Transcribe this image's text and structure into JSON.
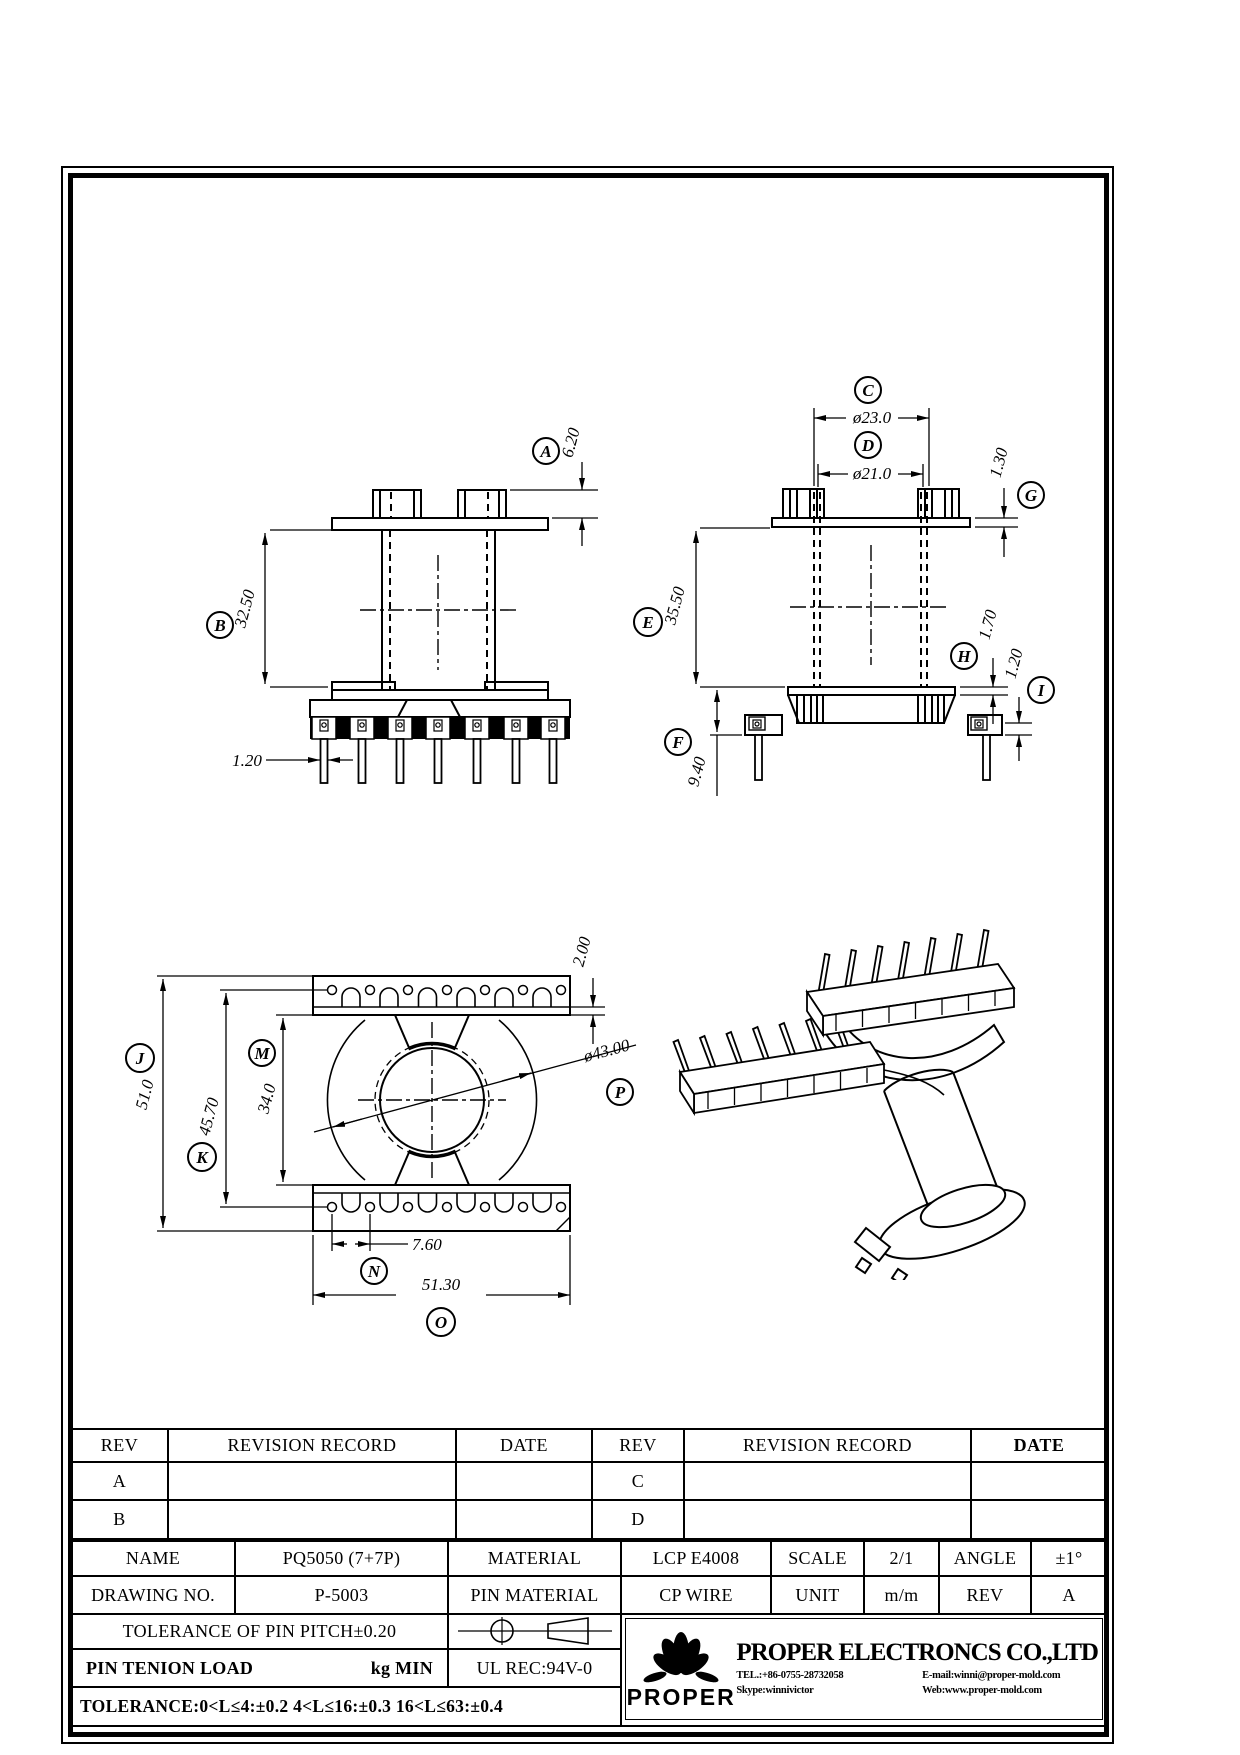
{
  "views": {
    "front": {
      "label_a": "A",
      "dim_a": "6.20",
      "label_b": "B",
      "dim_b": "32.50",
      "dim_pin_width": "1.20"
    },
    "side": {
      "label_c": "C",
      "dim_c": "ø23.0",
      "label_d": "D",
      "dim_d": "ø21.0",
      "label_e": "E",
      "dim_e": "35.50",
      "label_f": "F",
      "dim_f": "9.40",
      "label_g": "G",
      "dim_g": "1.30",
      "label_h": "H",
      "dim_h": "1.70",
      "label_i": "I",
      "dim_i": "1.20"
    },
    "top": {
      "label_j": "J",
      "dim_j": "51.0",
      "label_k": "K",
      "dim_k": "45.70",
      "label_m": "M",
      "dim_m": "34.0",
      "dim_flange": "2.00",
      "label_n": "N",
      "dim_n": "7.60",
      "label_o": "O",
      "dim_o": "51.30",
      "label_p": "P",
      "dim_p": "ø43.00"
    }
  },
  "revision_table": {
    "headers": {
      "rev1": "REV",
      "record1": "REVISION RECORD",
      "date1": "DATE",
      "rev2": "REV",
      "record2": "REVISION RECORD",
      "date2": "DATE"
    },
    "rows": {
      "r1_left": "A",
      "r1_right": "C",
      "r2_left": "B",
      "r2_right": "D"
    }
  },
  "title_block": {
    "name_label": "NAME",
    "name_value": "PQ5050 (7+7P)",
    "material_label": "MATERIAL",
    "material_value": "LCP E4008",
    "scale_label": "SCALE",
    "scale_value": "2/1",
    "angle_label": "ANGLE",
    "angle_value": "±1°",
    "drawing_no_label": "DRAWING NO.",
    "drawing_no_value": "P-5003",
    "pin_material_label": "PIN MATERIAL",
    "pin_material_value": "CP WIRE",
    "unit_label": "UNIT",
    "unit_value": "m/m",
    "rev_label": "REV",
    "rev_value": "A",
    "pin_pitch_tolerance": "TOLERANCE OF PIN PITCH±0.20",
    "pin_tension_label": "PIN TENION LOAD",
    "pin_tension_value": "kg MIN",
    "ul_rec": "UL REC:94V-0",
    "length_tolerance": "TOLERANCE:0<L≤4:±0.2  4<L≤16:±0.3  16<L≤63:±0.4"
  },
  "company": {
    "logo_text": "PROPER",
    "name": "PROPER ELECTRONCS CO.,LTD",
    "tel": "TEL.:+86-0755-28732058",
    "email": "E-mail:winni@proper-mold.com",
    "skype": "Skype:winnivictor",
    "web": "Web:www.proper-mold.com"
  }
}
